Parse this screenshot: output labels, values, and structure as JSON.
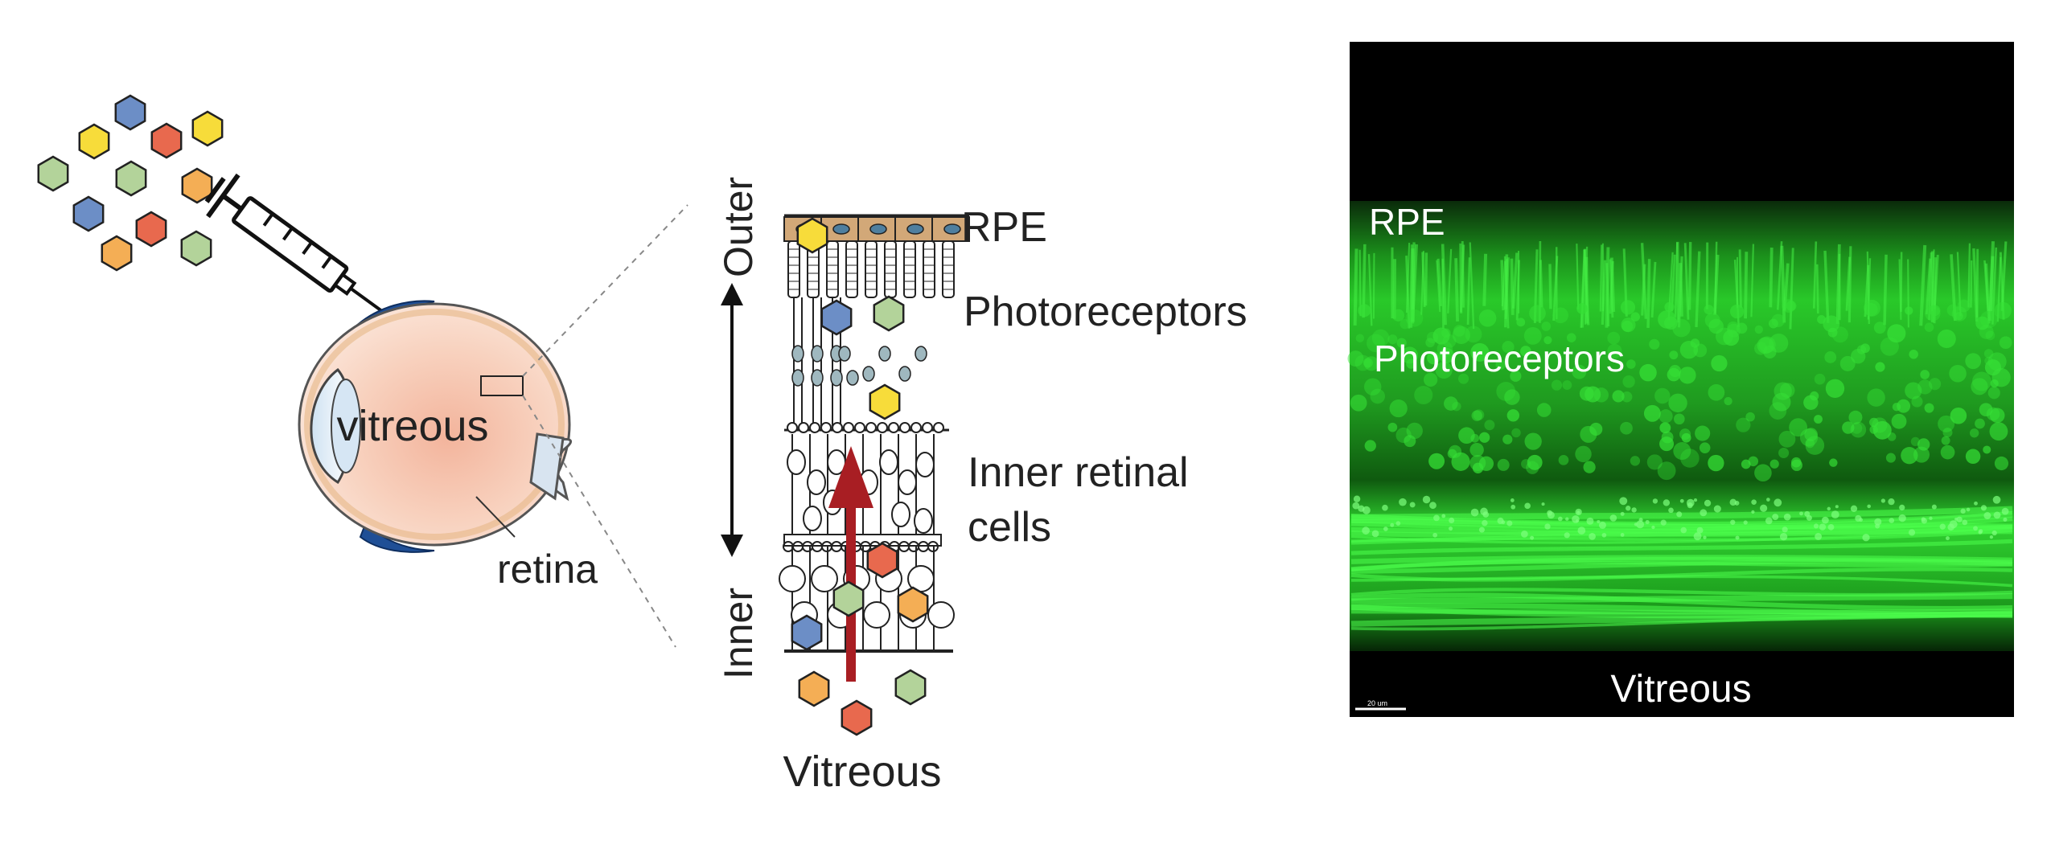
{
  "eye": {
    "vitreous_label": "vitreous",
    "retina_label": "retina"
  },
  "schematic": {
    "outer_label": "Outer",
    "inner_label": "Inner",
    "layers": {
      "rpe": "RPE",
      "photoreceptors": "Photoreceptors",
      "inner_line1": "Inner retinal",
      "inner_line2": "cells"
    },
    "vitreous_label": "Vitreous"
  },
  "micrograph": {
    "rpe_label": "RPE",
    "photoreceptors_label": "Photoreceptors",
    "vitreous_label": "Vitreous",
    "scale_bar_label": "20 um"
  },
  "colors": {
    "yellow": "#f7dc3a",
    "blue": "#6c8ec6",
    "red": "#e8694e",
    "orange": "#f4ae55",
    "green": "#b3d39a",
    "arrow": "#a81e23",
    "fluorescence": "#22dd22",
    "eye_fill": "#f6c9b0",
    "lid": "#1f4f96"
  }
}
